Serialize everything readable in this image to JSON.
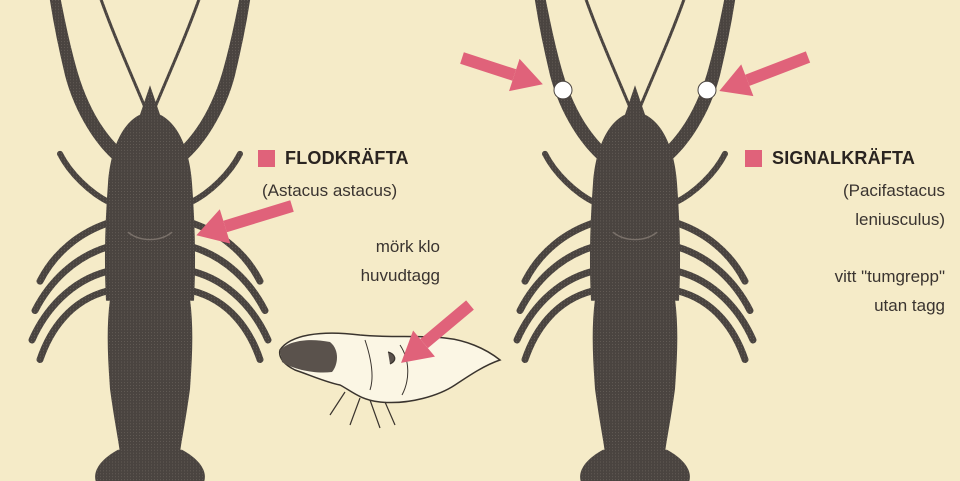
{
  "colors": {
    "background": "#f5ebc8",
    "crayfish": "#4a4440",
    "accent": "#e0627a",
    "text": "#2a2420"
  },
  "left": {
    "name": "FLODKRÄFTA",
    "latin": "(Astacus astacus)",
    "note1": "mörk klo",
    "note2": "huvudtagg"
  },
  "right": {
    "name": "SIGNALKRÄFTA",
    "latin1": "(Pacifastacus",
    "latin2": "leniusculus)",
    "note1": "vitt \"tumgrepp\"",
    "note2": "utan tagg"
  }
}
